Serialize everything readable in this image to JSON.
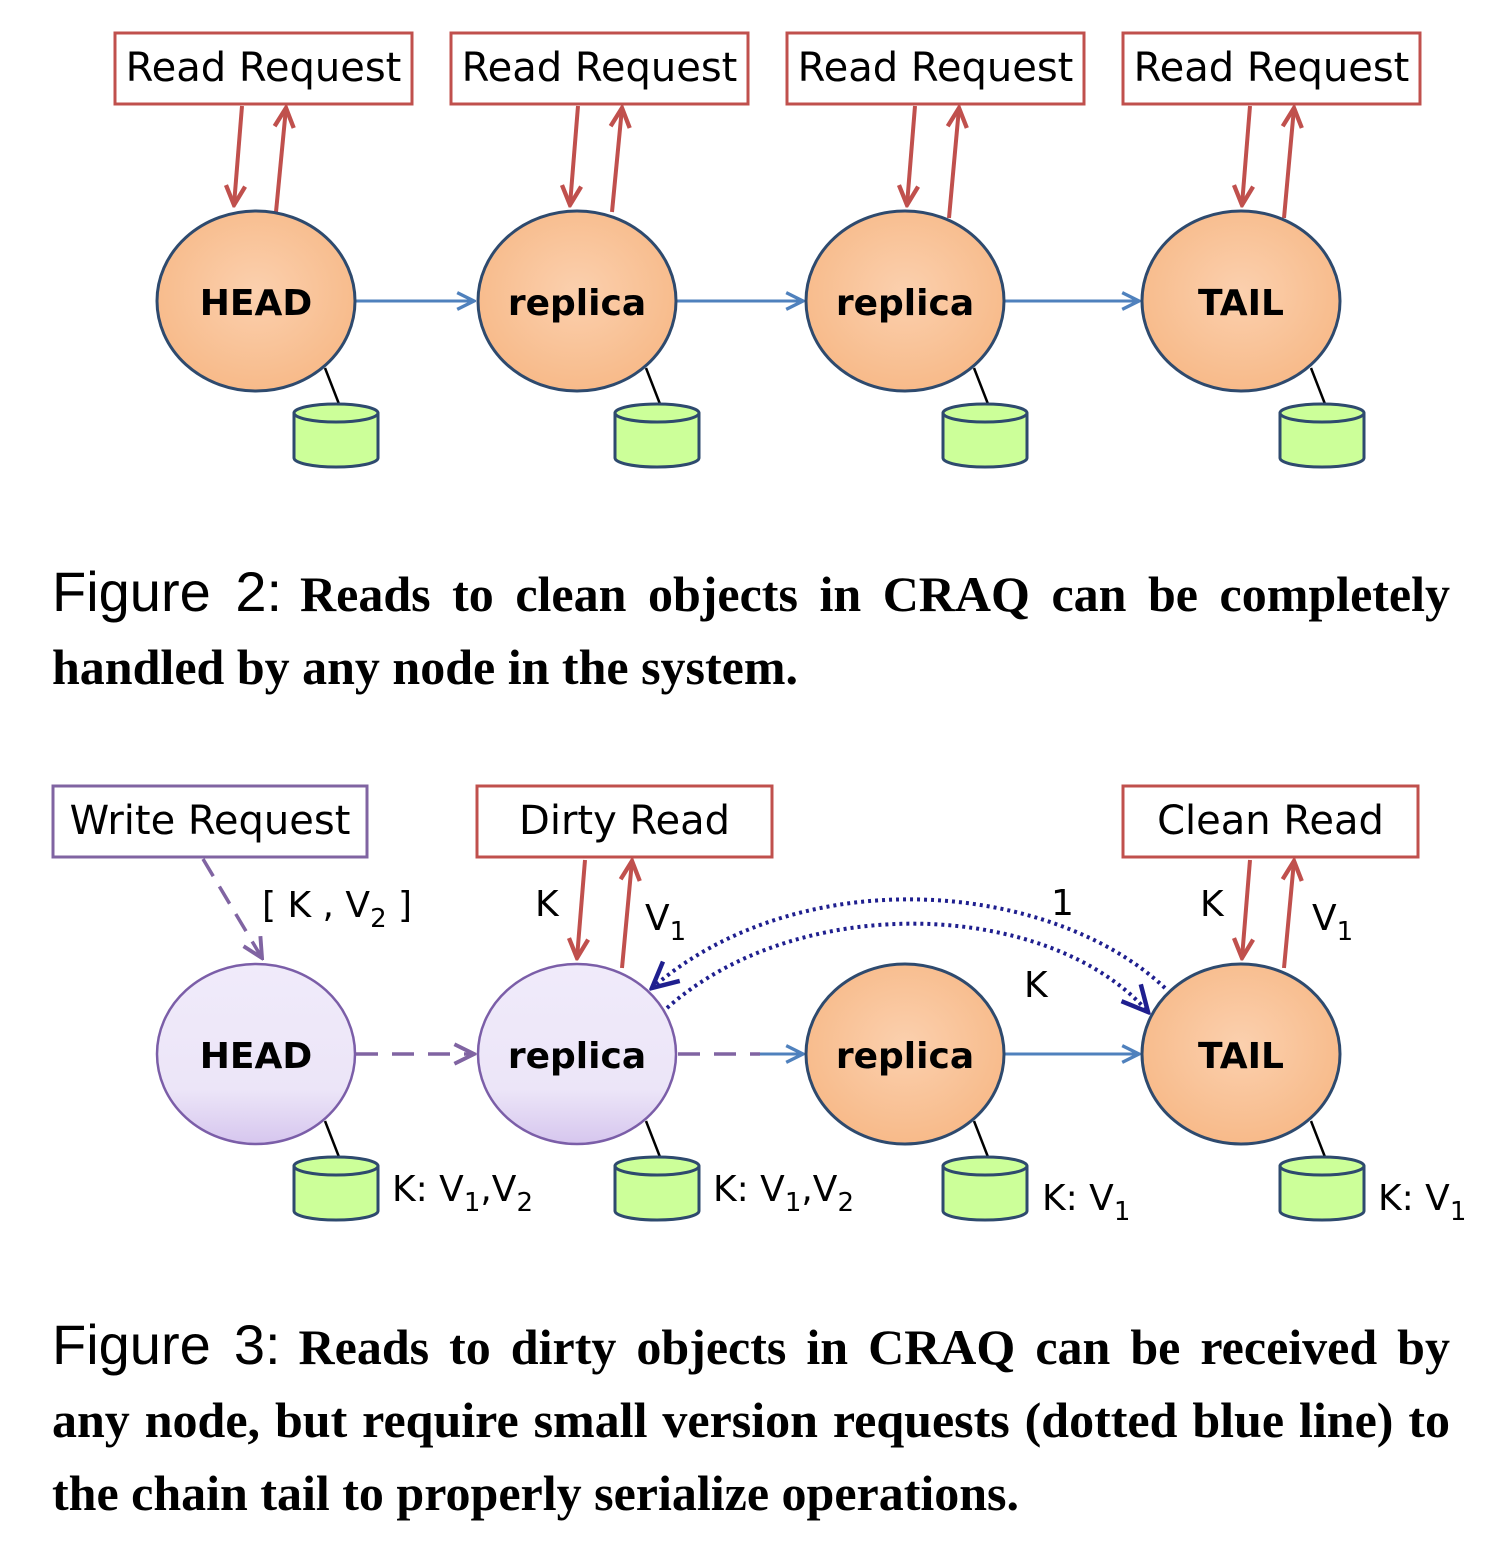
{
  "colors": {
    "request_red": "#c0504d",
    "write_purple": "#8064a2",
    "chain_blue": "#4f81bd",
    "dotted_navy": "#1f1f8f",
    "node_orange": "#f9c096",
    "node_lavender": "#ece4f8",
    "disk_green": "#ccff99"
  },
  "figure2": {
    "requests": [
      "Read Request",
      "Read Request",
      "Read Request",
      "Read Request"
    ],
    "nodes": [
      "HEAD",
      "replica",
      "replica",
      "TAIL"
    ],
    "caption_label": "Figure 2:",
    "caption_text": "Reads to clean objects in CRAQ can be completely handled by any node in the system."
  },
  "figure3": {
    "write_request": "Write Request",
    "dirty_read": "Dirty Read",
    "clean_read": "Clean Read",
    "write_kv": {
      "open": "[ K , V",
      "sub": "2",
      "close": " ]"
    },
    "key_label": "K",
    "value_label": {
      "main": "V",
      "sub": "1"
    },
    "version_response": "1",
    "nodes": [
      "HEAD",
      "replica",
      "replica",
      "TAIL"
    ],
    "stores": [
      {
        "prefix": "K: V",
        "sub1": "1",
        "mid": ",V",
        "sub2": "2"
      },
      {
        "prefix": "K: V",
        "sub1": "1",
        "mid": ",V",
        "sub2": "2"
      },
      {
        "prefix": "K: V",
        "sub1": "1"
      },
      {
        "prefix": "K: V",
        "sub1": "1"
      }
    ],
    "caption_label": "Figure 3:",
    "caption_text": "Reads to dirty objects in CRAQ can be received by any node, but require small version requests (dotted blue line) to the chain tail to properly serialize operations."
  }
}
